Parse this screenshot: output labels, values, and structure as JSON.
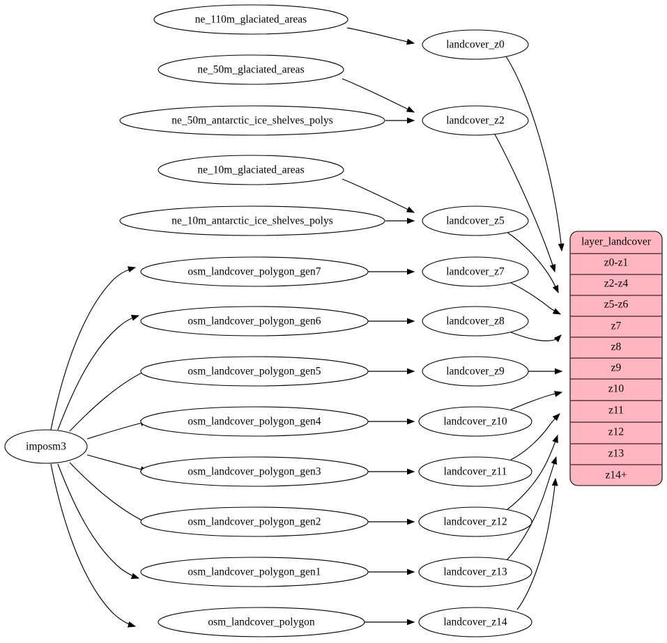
{
  "diagram": {
    "type": "directed-graph",
    "title": "landcover layer dataflow",
    "background": "#ffffff",
    "node_fill": "#ffffff",
    "node_stroke": "#000000",
    "record_fill": "#ffb6c1",
    "record_stroke": "#000000"
  },
  "sources": {
    "imposm3": {
      "label": "imposm3"
    }
  },
  "natural_earth_nodes": [
    {
      "id": "ne_110m_glaciated_areas",
      "label": "ne_110m_glaciated_areas"
    },
    {
      "id": "ne_50m_glaciated_areas",
      "label": "ne_50m_glaciated_areas"
    },
    {
      "id": "ne_50m_antarctic_ice_shelves_polys",
      "label": "ne_50m_antarctic_ice_shelves_polys"
    },
    {
      "id": "ne_10m_glaciated_areas",
      "label": "ne_10m_glaciated_areas"
    },
    {
      "id": "ne_10m_antarctic_ice_shelves_polys",
      "label": "ne_10m_antarctic_ice_shelves_polys"
    }
  ],
  "osm_nodes": [
    {
      "id": "osm_landcover_polygon_gen7",
      "label": "osm_landcover_polygon_gen7"
    },
    {
      "id": "osm_landcover_polygon_gen6",
      "label": "osm_landcover_polygon_gen6"
    },
    {
      "id": "osm_landcover_polygon_gen5",
      "label": "osm_landcover_polygon_gen5"
    },
    {
      "id": "osm_landcover_polygon_gen4",
      "label": "osm_landcover_polygon_gen4"
    },
    {
      "id": "osm_landcover_polygon_gen3",
      "label": "osm_landcover_polygon_gen3"
    },
    {
      "id": "osm_landcover_polygon_gen2",
      "label": "osm_landcover_polygon_gen2"
    },
    {
      "id": "osm_landcover_polygon_gen1",
      "label": "osm_landcover_polygon_gen1"
    },
    {
      "id": "osm_landcover_polygon",
      "label": "osm_landcover_polygon"
    }
  ],
  "landcover_nodes": [
    {
      "id": "landcover_z0",
      "label": "landcover_z0"
    },
    {
      "id": "landcover_z2",
      "label": "landcover_z2"
    },
    {
      "id": "landcover_z5",
      "label": "landcover_z5"
    },
    {
      "id": "landcover_z7",
      "label": "landcover_z7"
    },
    {
      "id": "landcover_z8",
      "label": "landcover_z8"
    },
    {
      "id": "landcover_z9",
      "label": "landcover_z9"
    },
    {
      "id": "landcover_z10",
      "label": "landcover_z10"
    },
    {
      "id": "landcover_z11",
      "label": "landcover_z11"
    },
    {
      "id": "landcover_z12",
      "label": "landcover_z12"
    },
    {
      "id": "landcover_z13",
      "label": "landcover_z13"
    },
    {
      "id": "landcover_z14",
      "label": "landcover_z14"
    }
  ],
  "layer_record": {
    "title": "layer_landcover",
    "rows": [
      {
        "label": "z0-z1"
      },
      {
        "label": "z2-z4"
      },
      {
        "label": "z5-z6"
      },
      {
        "label": "z7"
      },
      {
        "label": "z8"
      },
      {
        "label": "z9"
      },
      {
        "label": "z10"
      },
      {
        "label": "z11"
      },
      {
        "label": "z12"
      },
      {
        "label": "z13"
      },
      {
        "label": "z14+"
      }
    ]
  },
  "edges": [
    {
      "from": "ne_110m_glaciated_areas",
      "to": "landcover_z0"
    },
    {
      "from": "ne_50m_glaciated_areas",
      "to": "landcover_z2"
    },
    {
      "from": "ne_50m_antarctic_ice_shelves_polys",
      "to": "landcover_z2"
    },
    {
      "from": "ne_10m_glaciated_areas",
      "to": "landcover_z5"
    },
    {
      "from": "ne_10m_antarctic_ice_shelves_polys",
      "to": "landcover_z5"
    },
    {
      "from": "imposm3",
      "to": "osm_landcover_polygon_gen7"
    },
    {
      "from": "imposm3",
      "to": "osm_landcover_polygon_gen6"
    },
    {
      "from": "imposm3",
      "to": "osm_landcover_polygon_gen5"
    },
    {
      "from": "imposm3",
      "to": "osm_landcover_polygon_gen4"
    },
    {
      "from": "imposm3",
      "to": "osm_landcover_polygon_gen3"
    },
    {
      "from": "imposm3",
      "to": "osm_landcover_polygon_gen2"
    },
    {
      "from": "imposm3",
      "to": "osm_landcover_polygon_gen1"
    },
    {
      "from": "imposm3",
      "to": "osm_landcover_polygon"
    },
    {
      "from": "osm_landcover_polygon_gen7",
      "to": "landcover_z7"
    },
    {
      "from": "osm_landcover_polygon_gen6",
      "to": "landcover_z8"
    },
    {
      "from": "osm_landcover_polygon_gen5",
      "to": "landcover_z9"
    },
    {
      "from": "osm_landcover_polygon_gen4",
      "to": "landcover_z10"
    },
    {
      "from": "osm_landcover_polygon_gen3",
      "to": "landcover_z11"
    },
    {
      "from": "osm_landcover_polygon_gen2",
      "to": "landcover_z12"
    },
    {
      "from": "osm_landcover_polygon_gen1",
      "to": "landcover_z13"
    },
    {
      "from": "osm_landcover_polygon",
      "to": "landcover_z14"
    },
    {
      "from": "landcover_z0",
      "to": "layer_landcover:z0-z1"
    },
    {
      "from": "landcover_z2",
      "to": "layer_landcover:z2-z4"
    },
    {
      "from": "landcover_z5",
      "to": "layer_landcover:z5-z6"
    },
    {
      "from": "landcover_z7",
      "to": "layer_landcover:z7"
    },
    {
      "from": "landcover_z8",
      "to": "layer_landcover:z8"
    },
    {
      "from": "landcover_z9",
      "to": "layer_landcover:z9"
    },
    {
      "from": "landcover_z10",
      "to": "layer_landcover:z10"
    },
    {
      "from": "landcover_z11",
      "to": "layer_landcover:z11"
    },
    {
      "from": "landcover_z12",
      "to": "layer_landcover:z12"
    },
    {
      "from": "landcover_z13",
      "to": "layer_landcover:z13"
    },
    {
      "from": "landcover_z14",
      "to": "layer_landcover:z14+"
    }
  ]
}
